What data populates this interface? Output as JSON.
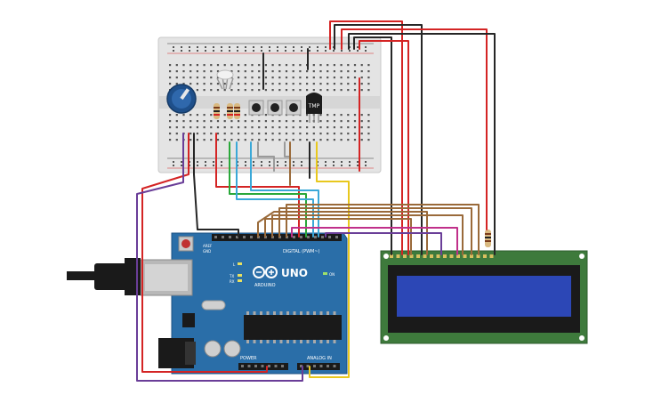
{
  "arduino": {
    "brand": "ARDUINO",
    "model": "UNO",
    "digital_header": "DIGITAL (PWM~)",
    "power_header": "POWER",
    "analog_header": "ANALOG IN",
    "on_label": "ON",
    "l_label": "L",
    "tx_label": "TX",
    "rx_label": "RX",
    "aref_label": "AREF",
    "gnd_label": "GND"
  },
  "sensor": {
    "label": "TMP"
  },
  "colors": {
    "board_blue": "#2a6ea8",
    "breadboard": "#e4e4e4",
    "lcd_pcb": "#3e7a3c",
    "lcd_screen": "#2c47b6",
    "wire_red": "#d42424",
    "wire_black": "#262626",
    "wire_yellow": "#e8c81e",
    "wire_purple": "#6a3e98",
    "wire_brown": "#9a6a3a",
    "wire_green": "#2aa83a",
    "wire_cyan": "#3aa8d8",
    "wire_magenta": "#c0308a",
    "wire_gray": "#9a9a9a"
  }
}
